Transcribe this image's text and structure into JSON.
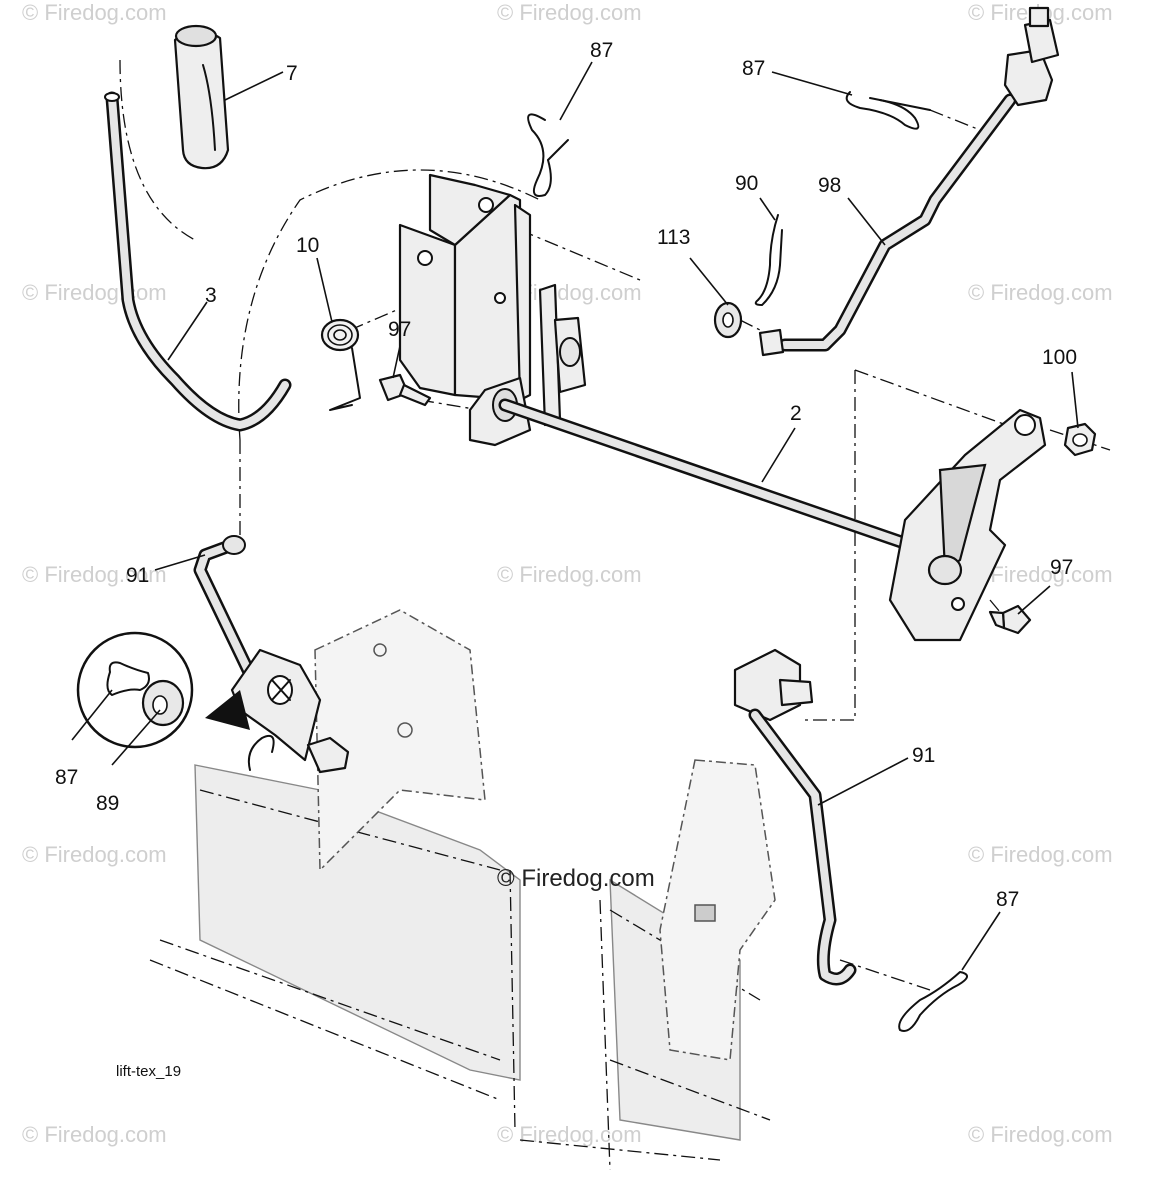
{
  "callouts": [
    {
      "id": "c7",
      "text": "7"
    },
    {
      "id": "c87a",
      "text": "87"
    },
    {
      "id": "c87b",
      "text": "87"
    },
    {
      "id": "c90",
      "text": "90"
    },
    {
      "id": "c98",
      "text": "98"
    },
    {
      "id": "c113",
      "text": "113"
    },
    {
      "id": "c10",
      "text": "10"
    },
    {
      "id": "c3",
      "text": "3"
    },
    {
      "id": "c97a",
      "text": "97"
    },
    {
      "id": "c100",
      "text": "100"
    },
    {
      "id": "c2",
      "text": "2"
    },
    {
      "id": "c91a",
      "text": "91"
    },
    {
      "id": "c97b",
      "text": "97"
    },
    {
      "id": "c87c",
      "text": "87"
    },
    {
      "id": "c89",
      "text": "89"
    },
    {
      "id": "c91b",
      "text": "91"
    },
    {
      "id": "c87d",
      "text": "87"
    }
  ],
  "watermark": "© Firedog.com",
  "center_credit": "© Firedog.com",
  "drawing_code": "lift-tex_19"
}
